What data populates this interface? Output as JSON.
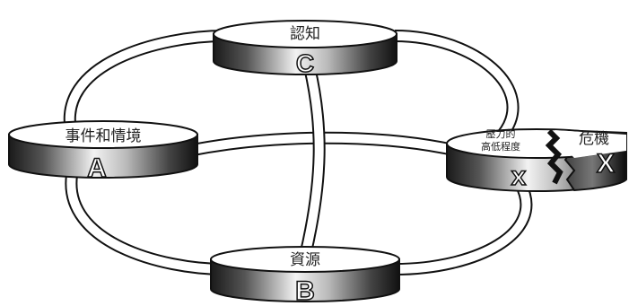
{
  "nodes": {
    "a": {
      "label": "事件和情境",
      "letter": "A"
    },
    "b": {
      "label": "資源",
      "letter": "B"
    },
    "c": {
      "label": "認知",
      "letter": "C"
    },
    "x": {
      "left_label_line1": "壓力的",
      "left_label_line2": "高低程度",
      "left_letter": "x",
      "right_label": "危機",
      "right_letter": "X"
    }
  }
}
